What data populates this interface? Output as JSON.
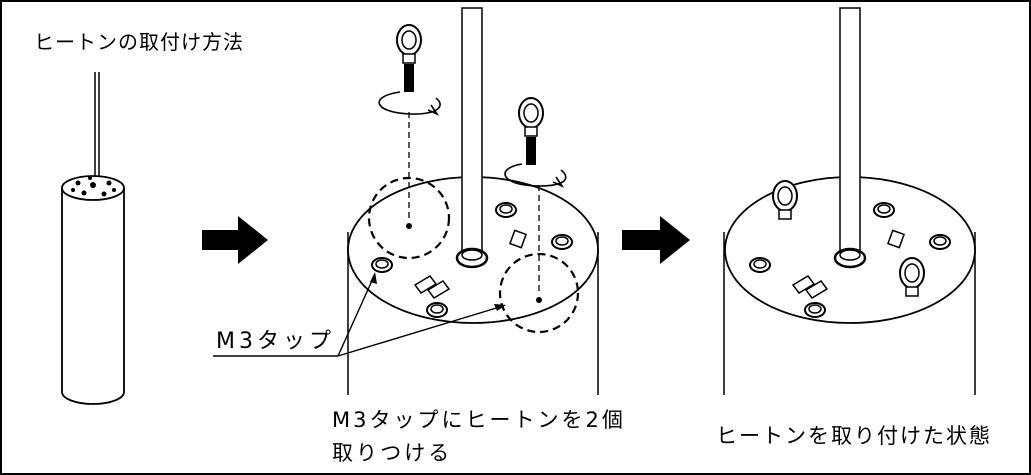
{
  "title": "ヒートンの取付け方法",
  "callout_tap": "M3タップ",
  "step2_line1": "M3タップにヒートンを2個",
  "step2_line2": "取りつける",
  "step3_caption": "ヒートンを取り付けた状態",
  "icons": [
    "right-arrow-icon",
    "rotate-icon",
    "eye-bolt-icon"
  ],
  "colors": {
    "line": "#000000",
    "background": "#ffffff"
  }
}
